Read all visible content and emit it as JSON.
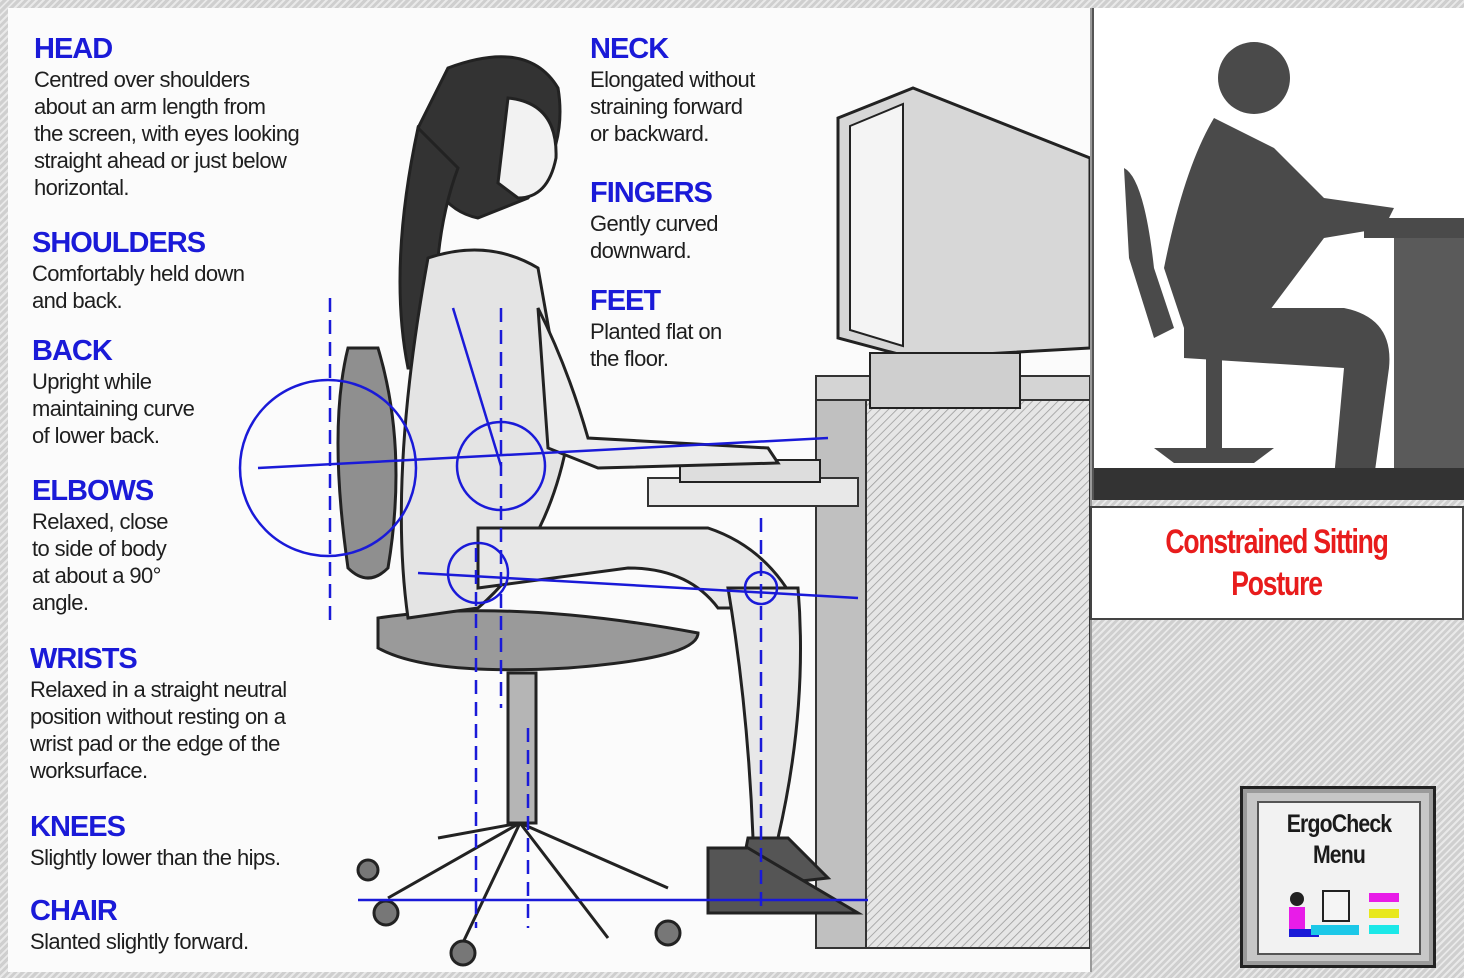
{
  "sections": {
    "head": {
      "title": "HEAD",
      "text": "Centred over shoulders\nabout an arm length from\nthe screen, with eyes looking\nstraight ahead or just below\nhorizontal."
    },
    "shoulders": {
      "title": "SHOULDERS",
      "text": "Comfortably held down\nand back."
    },
    "back": {
      "title": "BACK",
      "text": "Upright while\nmaintaining curve\nof lower back."
    },
    "elbows": {
      "title": "ELBOWS",
      "text": "Relaxed, close\nto side of body\nat about a 90°\nangle."
    },
    "wrists": {
      "title": "WRISTS",
      "text": "Relaxed in a straight neutral\nposition without resting on a\nwrist pad or the edge of the\nworksurface."
    },
    "knees": {
      "title": "KNEES",
      "text": "Slightly lower than the hips."
    },
    "chair": {
      "title": "CHAIR",
      "text": "Slanted slightly forward."
    },
    "neck": {
      "title": "NECK",
      "text": "Elongated without\nstraining forward\nor backward."
    },
    "fingers": {
      "title": "FINGERS",
      "text": "Gently curved\ndownward."
    },
    "feet": {
      "title": "FEET",
      "text": "Planted flat on\nthe floor."
    }
  },
  "caption": {
    "text": "Constrained Sitting\nPosture"
  },
  "menu_button": {
    "label": "ErgoCheck\nMenu",
    "icon": "ergocheck-menu-icon"
  },
  "colors": {
    "heading": "#1a1ad8",
    "guide_lines": "#1a1ad8",
    "caption": "#e81c1c",
    "silhouette": "#4a4a4a"
  }
}
